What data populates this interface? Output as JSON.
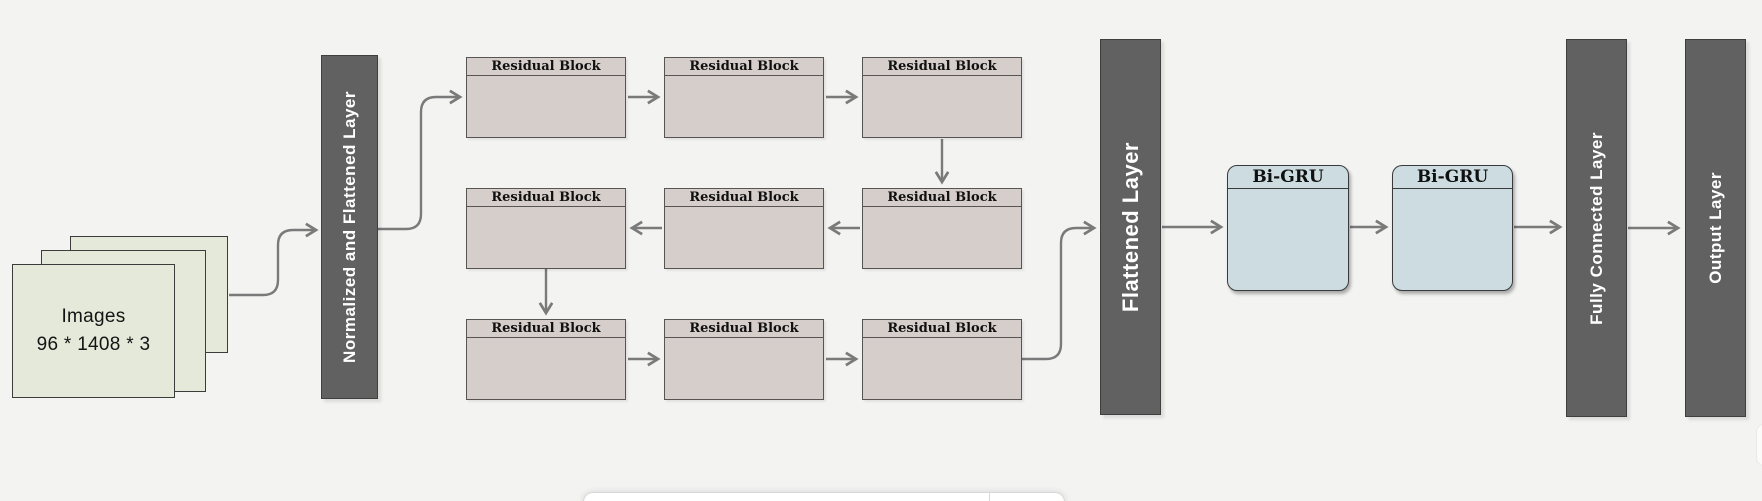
{
  "input_stack": {
    "title": "Images",
    "shape": "96 * 1408 * 3"
  },
  "bars": {
    "normalized": {
      "label": "Normalized and Flattened Layer"
    },
    "flattened": {
      "label": "Flattened Layer"
    },
    "fully_connected": {
      "label": "Fully Connected Layer"
    },
    "output": {
      "label": "Output Layer"
    }
  },
  "residual_grid": {
    "label": "Residual Block"
  },
  "bigru": {
    "label": "Bi-GRU"
  },
  "colors": {
    "background": "#f3f3f2",
    "layer_bar_fill": "#616161",
    "layer_bar_text": "#ffffff",
    "residual_block_fill": "#d6cecb",
    "bigru_fill": "#ccdce0",
    "input_card_fill": "#e4e9da",
    "connector": "#7a7a7a"
  }
}
